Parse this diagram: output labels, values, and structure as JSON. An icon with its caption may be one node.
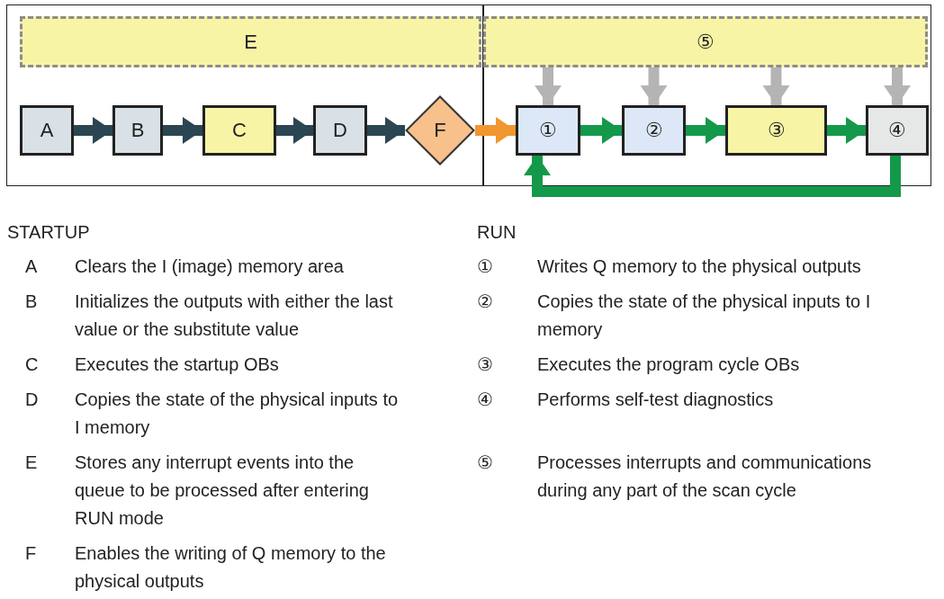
{
  "diagram": {
    "nodes": [
      {
        "text": [
          "E"
        ]
      },
      {
        "text": [
          "⑤"
        ]
      },
      {
        "text": [
          "A"
        ]
      },
      {
        "text": [
          "B"
        ]
      },
      {
        "text": [
          "C"
        ]
      },
      {
        "text": [
          "D"
        ]
      },
      {
        "text": [
          "F"
        ]
      },
      {
        "text": [
          "①"
        ]
      },
      {
        "text": [
          "②"
        ]
      },
      {
        "text": [
          "③"
        ]
      },
      {
        "text": [
          "④"
        ]
      }
    ],
    "edges": [
      {
        "from": 2,
        "to": 3,
        "arrow": "to",
        "color": "#2b4652"
      },
      {
        "from": 3,
        "to": 4,
        "arrow": "to",
        "color": "#2b4652"
      },
      {
        "from": 4,
        "to": 5,
        "arrow": "to",
        "color": "#2b4652"
      },
      {
        "from": 5,
        "to": 6,
        "arrow": "to",
        "color": "#2b4652"
      },
      {
        "from": 6,
        "to": 7,
        "arrow": "to",
        "color": "#f2962f"
      },
      {
        "from": 7,
        "to": 8,
        "arrow": "to",
        "color": "#14994a"
      },
      {
        "from": 8,
        "to": 9,
        "arrow": "to",
        "color": "#14994a"
      },
      {
        "from": 9,
        "to": 10,
        "arrow": "to",
        "color": "#14994a"
      },
      {
        "from": 10,
        "to": 7,
        "arrow": "to",
        "color": "#14994a"
      },
      {
        "from": 1,
        "to": 7,
        "arrow": "to",
        "color": "#b4b4b4"
      },
      {
        "from": 1,
        "to": 8,
        "arrow": "to",
        "color": "#b4b4b4"
      },
      {
        "from": 1,
        "to": 9,
        "arrow": "to",
        "color": "#b4b4b4"
      },
      {
        "from": 1,
        "to": 10,
        "arrow": "to",
        "color": "#b4b4b4"
      }
    ],
    "labels": [
      "STARTUP",
      "A",
      "Clears the I (image) memory area",
      "B",
      "Initializes the outputs with either the last value or the substitute value",
      "C",
      "Executes the startup OBs",
      "D",
      "Copies the state of the physical inputs to I memory",
      "E",
      "Stores any interrupt events into the queue to be processed after entering RUN mode",
      "F",
      "Enables the writing of Q memory to the physical outputs",
      "RUN",
      "①",
      "Writes Q memory to the physical outputs",
      "②",
      "Copies the state of the physical inputs to I memory",
      "③",
      "Executes the program cycle OBs",
      "④",
      "Performs self-test diagnostics",
      "⑤",
      "Processes interrupts and communications during any part of the scan cycle"
    ]
  }
}
